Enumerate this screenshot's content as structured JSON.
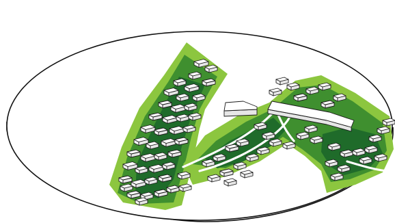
{
  "colors": {
    "background": "#ffffff",
    "disc_outline": "#111111",
    "terrain_light": "#8cc63f",
    "terrain_mid": "#3f8f2f",
    "terrain_dark": "#1f6b2a",
    "road": "#ffffff",
    "building_outline": "#1a1a1a"
  },
  "icons": {
    "disc": "ellipse-plinth",
    "terrain": "green-valley-terrain",
    "buildings": "isometric-white-blocks",
    "roads": "white-road-lines"
  }
}
